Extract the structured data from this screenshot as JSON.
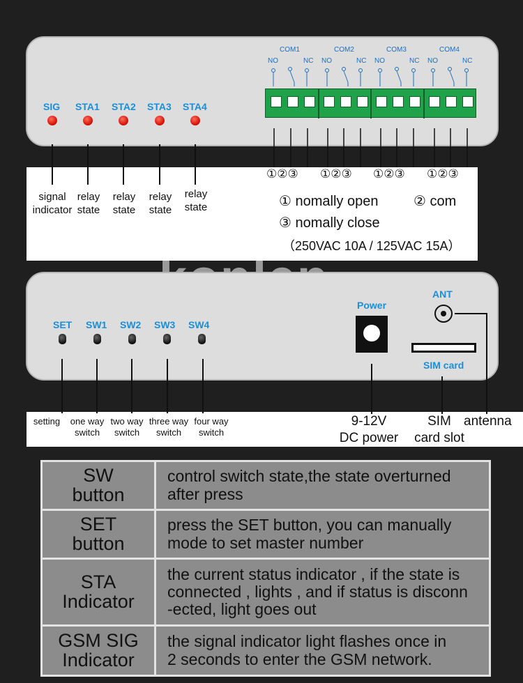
{
  "watermark": "konlen",
  "top_panel": {
    "indicators": [
      {
        "code": "SIG",
        "desc_line1": "signal",
        "desc_line2": "indicator"
      },
      {
        "code": "STA1",
        "desc_line1": "relay",
        "desc_line2": "state"
      },
      {
        "code": "STA2",
        "desc_line1": "relay",
        "desc_line2": "state"
      },
      {
        "code": "STA3",
        "desc_line1": "relay",
        "desc_line2": "state"
      },
      {
        "code": "STA4",
        "desc_line1": "relay",
        "desc_line2": "state"
      }
    ],
    "relays": [
      {
        "com": "COM1",
        "no": "NO",
        "nc": "NC"
      },
      {
        "com": "COM2",
        "no": "NO",
        "nc": "NC"
      },
      {
        "com": "COM3",
        "no": "NO",
        "nc": "NC"
      },
      {
        "com": "COM4",
        "no": "NO",
        "nc": "NC"
      }
    ],
    "terminal_numbers": [
      "①②③",
      "①②③",
      "①②③",
      "①②③"
    ],
    "legend": {
      "open": "① nomally open",
      "com": "② com",
      "close": "③ nomally close",
      "rating": "（250VAC 10A / 125VAC 15A）"
    }
  },
  "bottom_panel": {
    "buttons": [
      {
        "code": "SET",
        "desc_line1": "setting",
        "desc_line2": ""
      },
      {
        "code": "SW1",
        "desc_line1": "one way",
        "desc_line2": "switch"
      },
      {
        "code": "SW2",
        "desc_line1": "two way",
        "desc_line2": "switch"
      },
      {
        "code": "SW3",
        "desc_line1": "three way",
        "desc_line2": "switch"
      },
      {
        "code": "SW4",
        "desc_line1": "four way",
        "desc_line2": "switch"
      }
    ],
    "power_label": "Power",
    "ant_label": "ANT",
    "sim_label": "SIM card",
    "power_desc_line1": "9-12V",
    "power_desc_line2": "DC power",
    "sim_desc_line1": "SIM",
    "sim_desc_line2": "card slot",
    "antenna_desc": "antenna"
  },
  "table": [
    {
      "key": "SW\nbutton",
      "value": "control switch state,the state overturned\nafter press"
    },
    {
      "key": "SET\nbutton",
      "value": "press the SET button, you can manually\nmode to set master number"
    },
    {
      "key": "STA\nIndicator",
      "value": "the current status indicator ,  if  the state is\nconnected , lights , and if status is disconn\n-ected, light goes out"
    },
    {
      "key": "GSM SIG\nIndicator",
      "value": "the signal indicator light flashes once in\n2 seconds to enter the GSM network."
    }
  ],
  "colors": {
    "label_blue": "#1a8fd8",
    "led_red": "#d8180b",
    "terminal_green": "#1fa24a",
    "table_bg": "#8c8c8c"
  }
}
